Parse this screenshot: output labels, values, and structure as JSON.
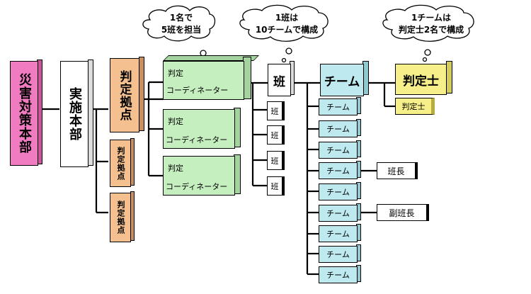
{
  "hq": {
    "label": "災害対策本部"
  },
  "exec": {
    "label": "実施本部"
  },
  "bases": {
    "main": "判定拠点",
    "sub": [
      "判定拠点",
      "判定拠点"
    ]
  },
  "coordinators": [
    {
      "line1": "判定",
      "line2": "コーディネーター"
    },
    {
      "line1": "判定",
      "line2": "コーディネーター"
    },
    {
      "line1": "判定",
      "line2": "コーディネーター"
    }
  ],
  "han": {
    "main": "班",
    "items": [
      "班",
      "班",
      "班",
      "班"
    ]
  },
  "team": {
    "main": "チーム",
    "items": [
      "チーム",
      "チーム",
      "チーム",
      "チーム",
      "チーム",
      "チーム",
      "チーム",
      "チーム",
      "チーム"
    ]
  },
  "roles": {
    "leader": "班長",
    "vice": "副班長"
  },
  "judge": {
    "main": "判定士",
    "sub": "判定士"
  },
  "clouds": [
    {
      "line1": "1名で",
      "line2": "5班を担当"
    },
    {
      "line1": "1班は",
      "line2": "10チームで構成"
    },
    {
      "line1": "1チームは",
      "line2": "判定士2名で構成"
    }
  ],
  "colors": {
    "hq": "#f07bc1",
    "base": "#f5c08f",
    "coord": "#c6efc0",
    "team": "#bde9ef",
    "judge": "#f7f08a",
    "white": "#ffffff"
  }
}
